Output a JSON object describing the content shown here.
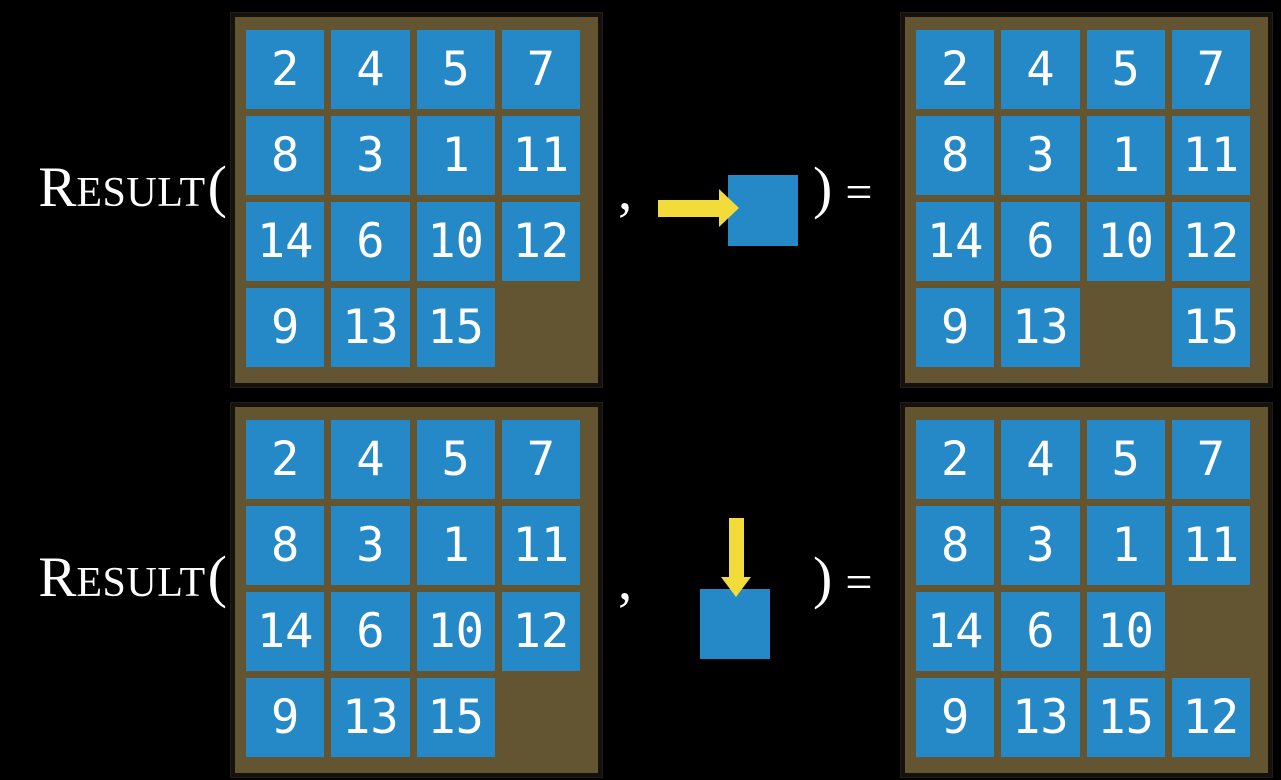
{
  "colors": {
    "background": "#000000",
    "board_brown": "#635531",
    "board_border_dark": "#16110a",
    "tile_blue": "#2589c8",
    "tile_number_white": "#ffffff",
    "arrow_yellow": "#f2dc3a",
    "formula_text_white": "#ffffff"
  },
  "rows": [
    {
      "function": {
        "cap": "R",
        "rest": "ESULT",
        "open_paren": "("
      },
      "comma": ",",
      "close_paren": ")",
      "equals": "=",
      "move": {
        "direction": "right",
        "arrow_icon": "arrow-right-icon",
        "tile_icon": "blank-tile"
      },
      "before_state": [
        [
          "2",
          "4",
          "5",
          "7"
        ],
        [
          "8",
          "3",
          "1",
          "11"
        ],
        [
          "14",
          "6",
          "10",
          "12"
        ],
        [
          "9",
          "13",
          "15",
          ""
        ]
      ],
      "after_state": [
        [
          "2",
          "4",
          "5",
          "7"
        ],
        [
          "8",
          "3",
          "1",
          "11"
        ],
        [
          "14",
          "6",
          "10",
          "12"
        ],
        [
          "9",
          "13",
          "",
          "15"
        ]
      ]
    },
    {
      "function": {
        "cap": "R",
        "rest": "ESULT",
        "open_paren": "("
      },
      "comma": ",",
      "close_paren": ")",
      "equals": "=",
      "move": {
        "direction": "down",
        "arrow_icon": "arrow-down-icon",
        "tile_icon": "blank-tile"
      },
      "before_state": [
        [
          "2",
          "4",
          "5",
          "7"
        ],
        [
          "8",
          "3",
          "1",
          "11"
        ],
        [
          "14",
          "6",
          "10",
          "12"
        ],
        [
          "9",
          "13",
          "15",
          ""
        ]
      ],
      "after_state": [
        [
          "2",
          "4",
          "5",
          "7"
        ],
        [
          "8",
          "3",
          "1",
          "11"
        ],
        [
          "14",
          "6",
          "10",
          ""
        ],
        [
          "9",
          "13",
          "15",
          "12"
        ]
      ]
    }
  ]
}
